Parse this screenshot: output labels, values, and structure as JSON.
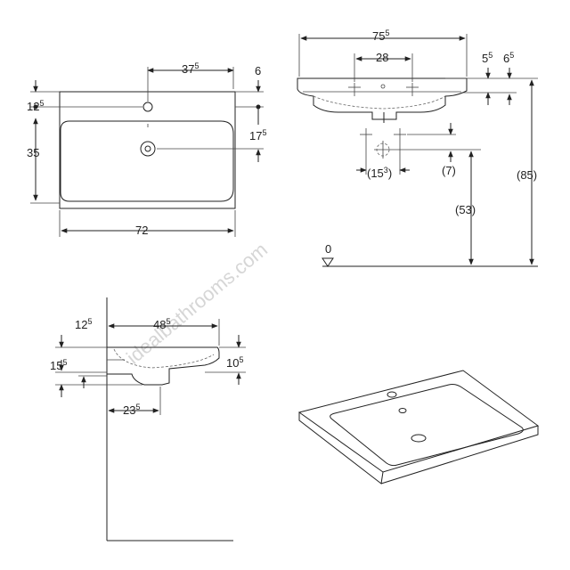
{
  "watermark": "idealbathrooms.com",
  "plan_view": {
    "top_offset": "37",
    "top_offset_sup": "5",
    "right_gap": "6",
    "tap_offset": "12",
    "tap_offset_sup": "5",
    "waste_offset": "17",
    "waste_offset_sup": "5",
    "depth": "35",
    "width": "72"
  },
  "front_view": {
    "overall_width": "75",
    "overall_width_sup": "5",
    "fixing_centres": "28",
    "rim_a": "5",
    "rim_a_sup": "5",
    "rim_b": "6",
    "rim_b_sup": "5",
    "waste_spacing": "(15",
    "waste_spacing_sup": "3",
    "waste_spacing_close": ")",
    "waste_drop": "(7)",
    "waste_height": "(53)",
    "rim_height": "(85)",
    "floor_level": "0"
  },
  "side_view": {
    "rim_depth": "12",
    "rim_depth_sup": "5",
    "projection": "48",
    "projection_sup": "5",
    "front_drop": "10",
    "front_drop_sup": "5",
    "rear_drop": "15",
    "rear_drop_sup": "5",
    "waste_projection": "23",
    "waste_projection_sup": "5"
  }
}
